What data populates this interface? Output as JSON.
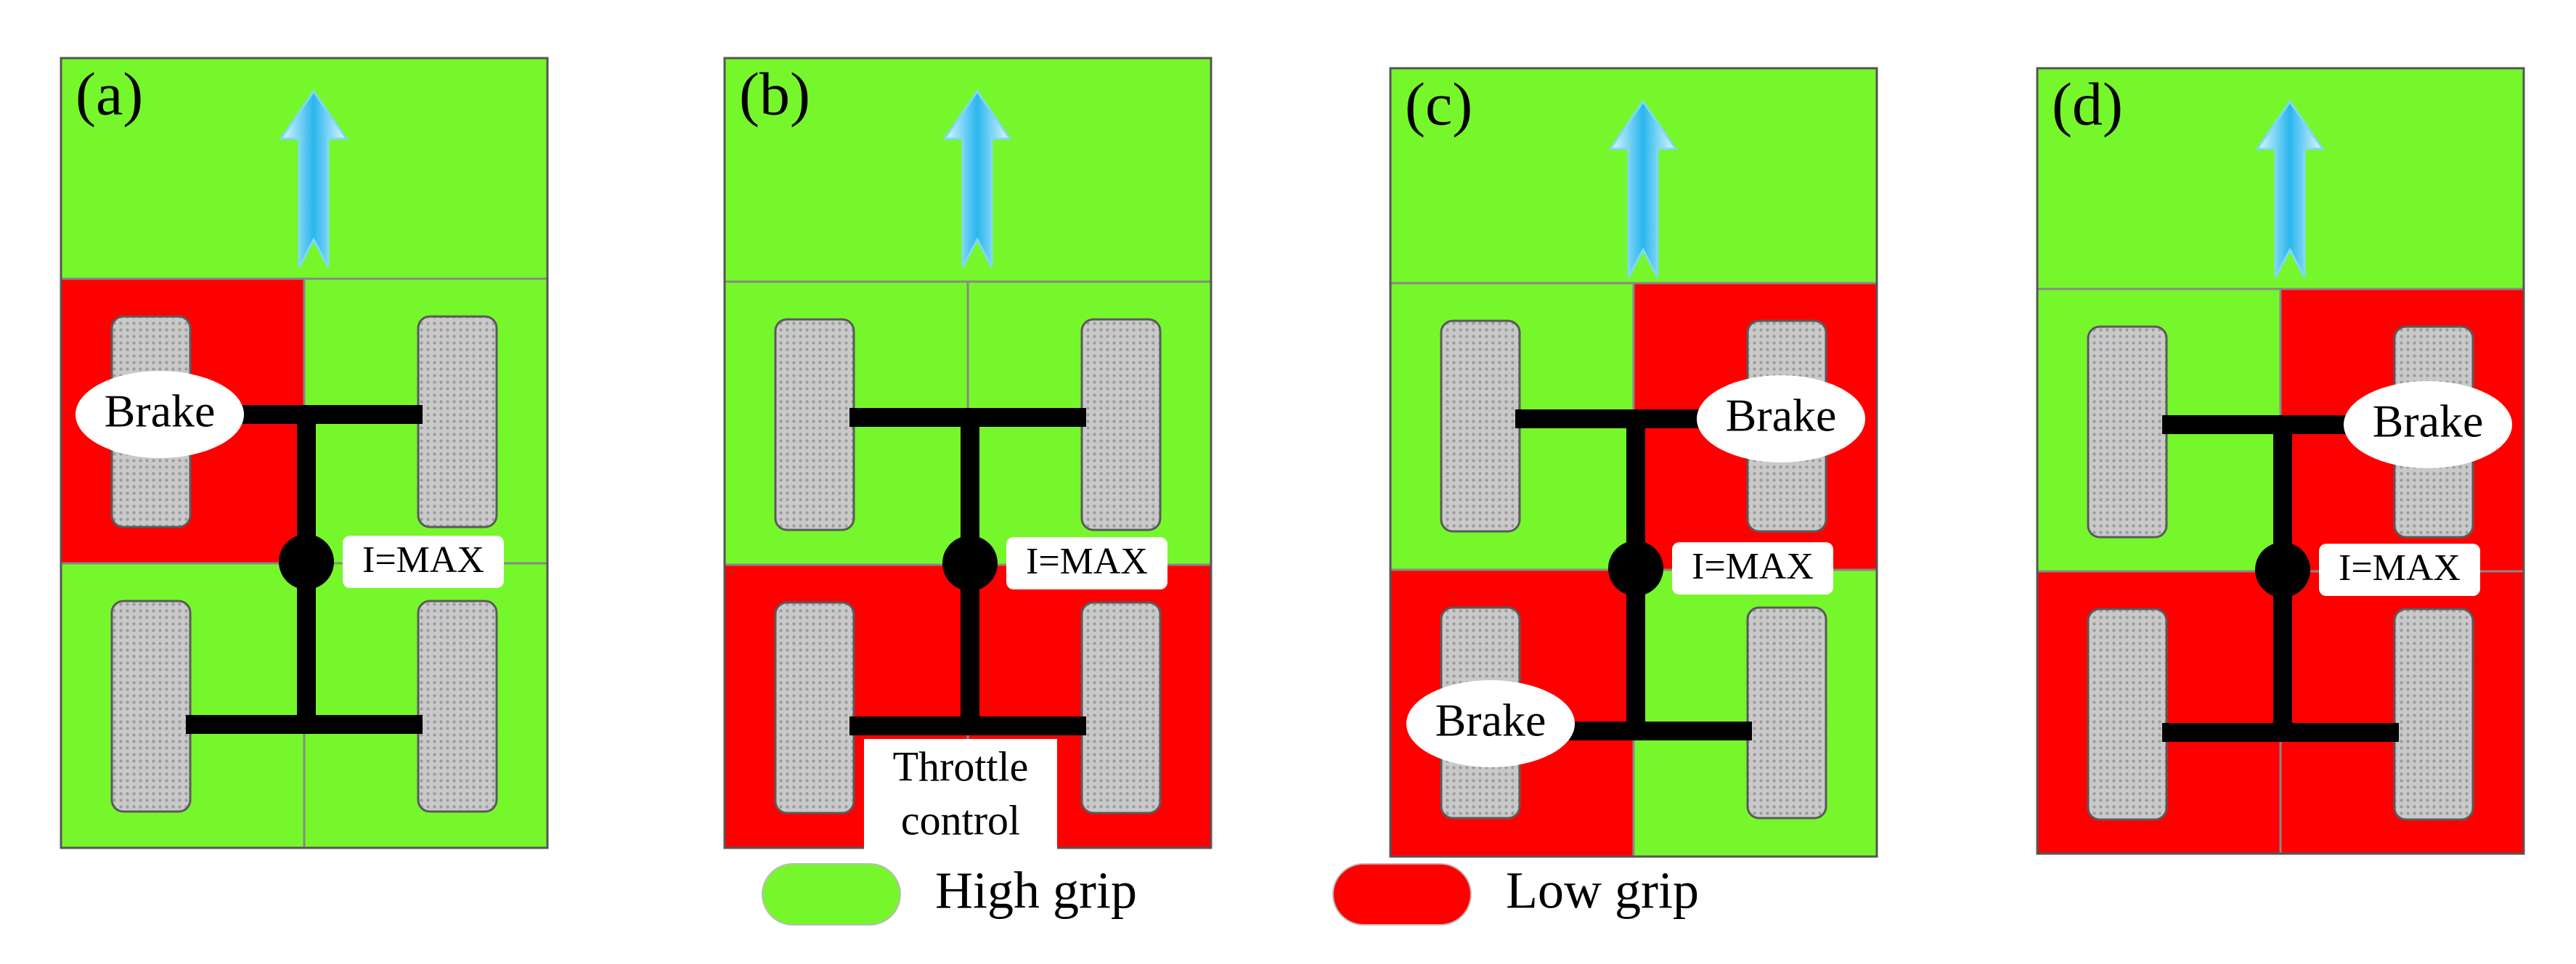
{
  "colors": {
    "high_grip": "#76F72B",
    "low_grip": "#FF0000",
    "axle": "#000000",
    "tire_fill": "#c4c4c4",
    "tire_edge": "#5a5a5a",
    "arrow_fill": "#3ec3f0",
    "arrow_light": "#d8f6ff",
    "divider": "#888888"
  },
  "icons": {
    "direction": "up-arrow-icon",
    "tire": "tire-icon",
    "differential": "differential-node-icon"
  },
  "panels": [
    {
      "label": "(a)",
      "zones": {
        "top": "high_grip",
        "front_left": "low_grip",
        "front_right": "high_grip",
        "rear_left": "high_grip",
        "rear_right": "high_grip"
      },
      "brake_labels": [
        {
          "text": "Brake",
          "wheel": "front_left"
        }
      ],
      "differential_label": "I=MAX"
    },
    {
      "label": "(b)",
      "zones": {
        "top": "high_grip",
        "front_left": "high_grip",
        "front_right": "high_grip",
        "rear_left": "low_grip",
        "rear_right": "low_grip"
      },
      "brake_labels": [],
      "differential_label": "I=MAX",
      "throttle_label": [
        "Throttle",
        "control"
      ]
    },
    {
      "label": "(c)",
      "zones": {
        "top": "high_grip",
        "front_left": "high_grip",
        "front_right": "low_grip",
        "rear_left": "low_grip",
        "rear_right": "high_grip"
      },
      "brake_labels": [
        {
          "text": "Brake",
          "wheel": "front_right"
        },
        {
          "text": "Brake",
          "wheel": "rear_left"
        }
      ],
      "differential_label": "I=MAX"
    },
    {
      "label": "(d)",
      "zones": {
        "top": "high_grip",
        "front_left": "high_grip",
        "front_right": "low_grip",
        "rear_left": "low_grip",
        "rear_right": "low_grip"
      },
      "brake_labels": [
        {
          "text": "Brake",
          "wheel": "front_right"
        }
      ],
      "differential_label": "I=MAX"
    }
  ],
  "legend": [
    {
      "key": "high_grip",
      "label": "High grip"
    },
    {
      "key": "low_grip",
      "label": "Low grip"
    }
  ]
}
